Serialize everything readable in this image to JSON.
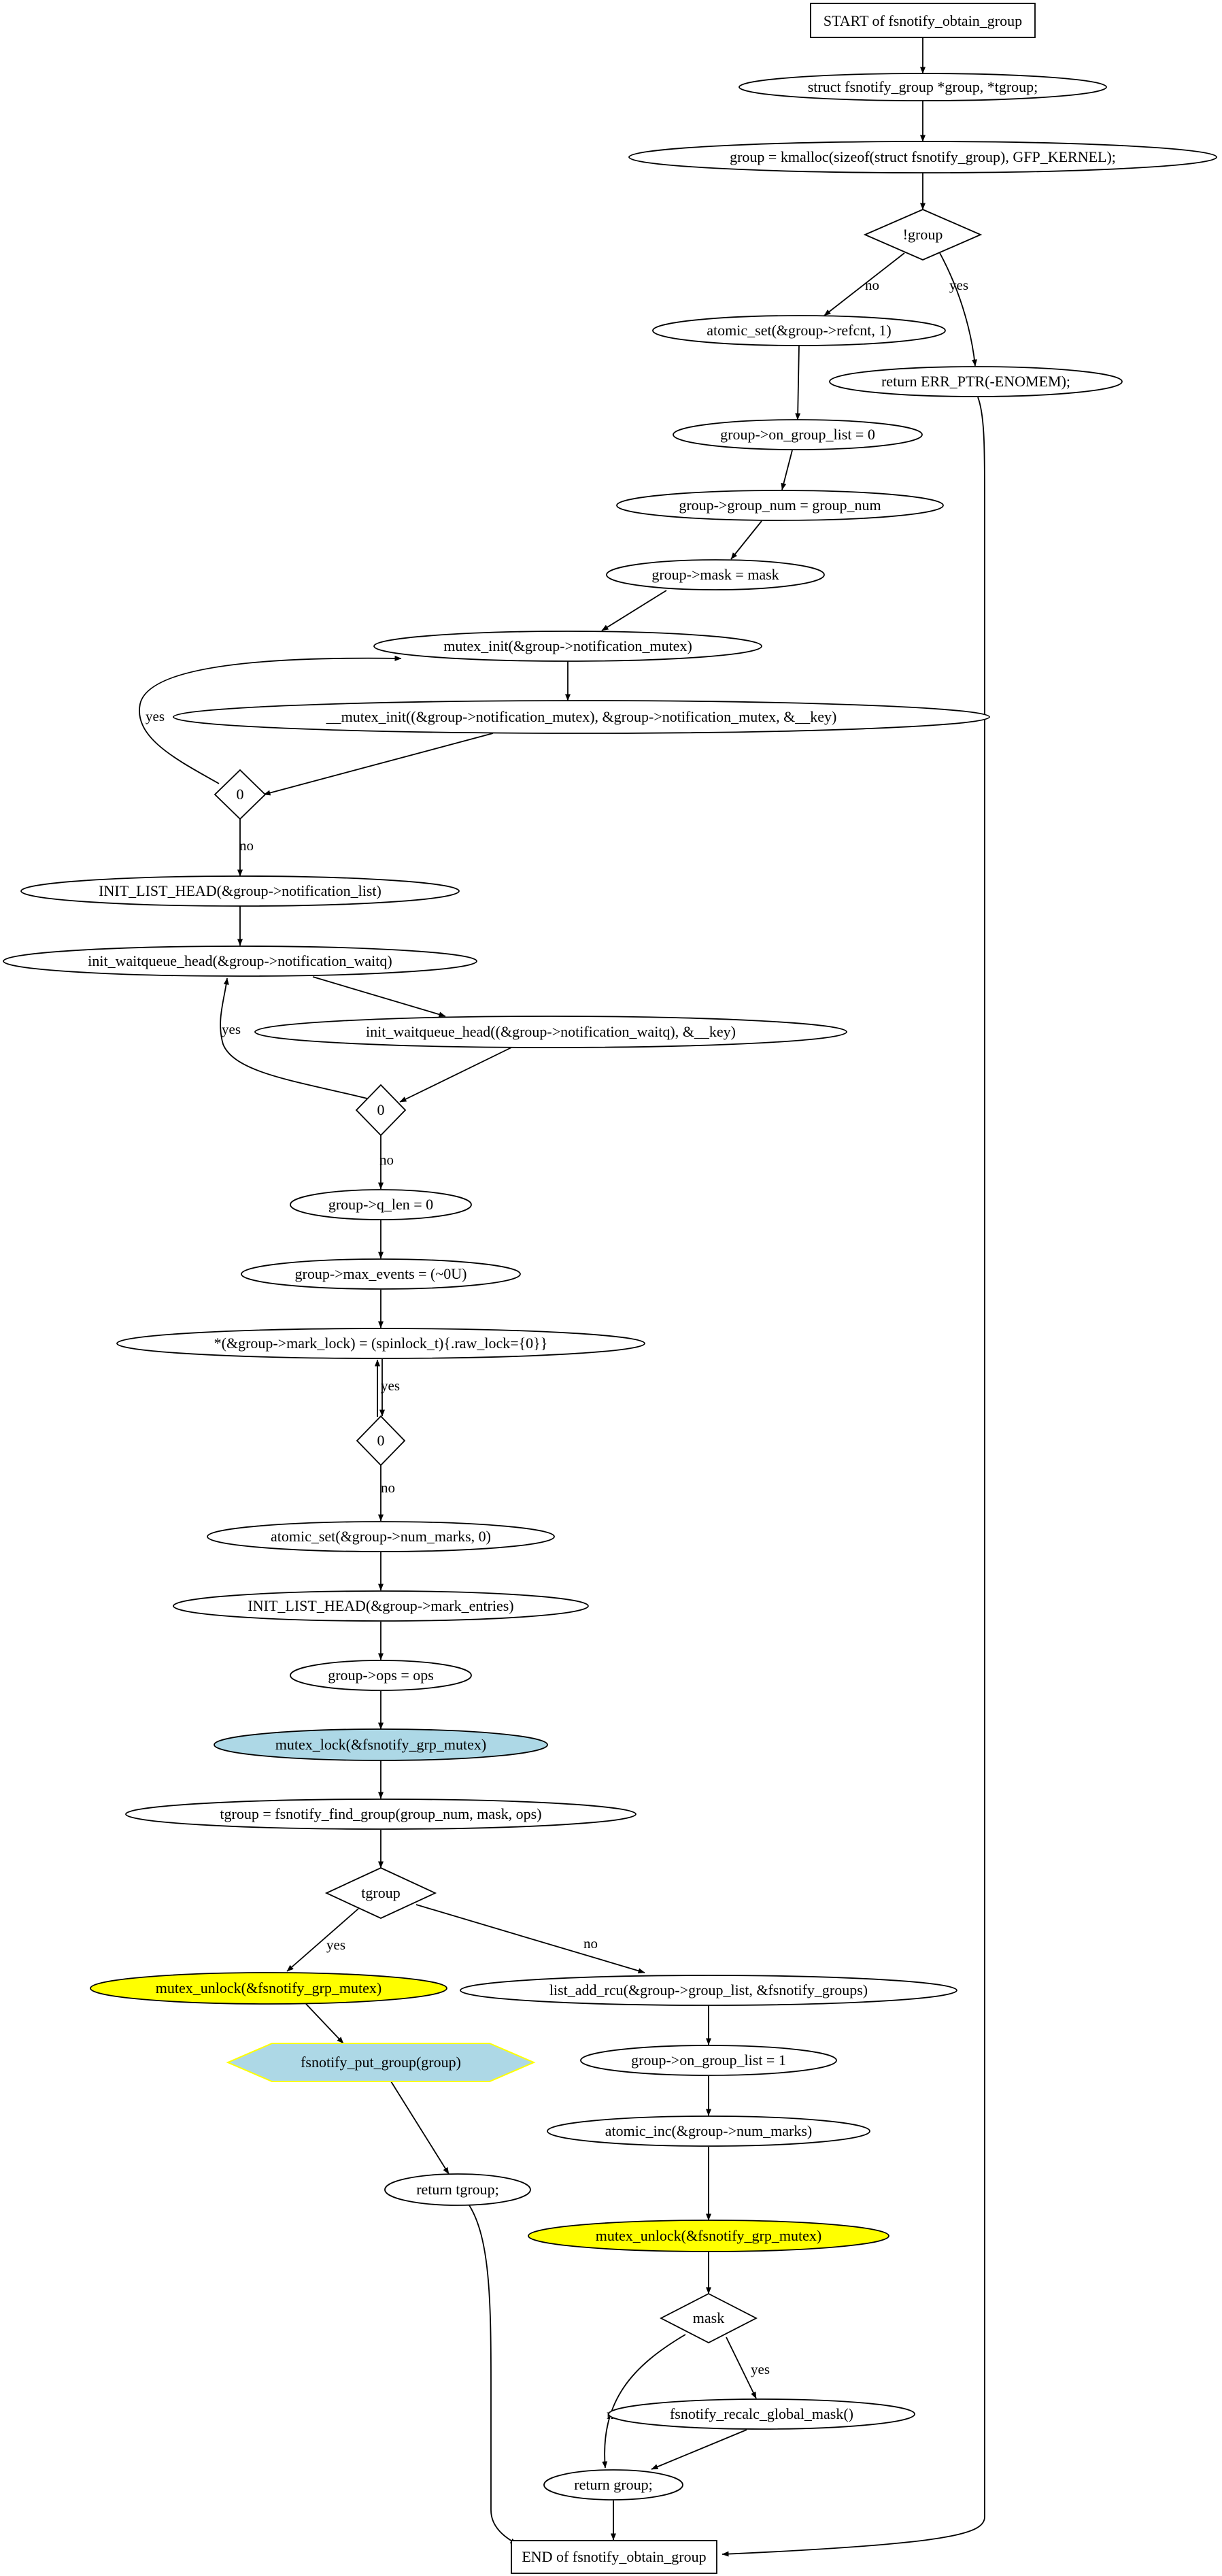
{
  "colors": {
    "default_fill": "#ffffff",
    "mutex_lock_fill": "#add8e6",
    "mutex_unlock_fill": "#ffff00",
    "put_group_fill": "#add8e6",
    "put_group_stroke": "#ffff00",
    "stroke": "#000000"
  },
  "nodes": {
    "start": "START of fsnotify_obtain_group",
    "decl": "struct fsnotify_group *group, *tgroup;",
    "kmalloc": "group = kmalloc(sizeof(struct fsnotify_group), GFP_KERNEL);",
    "cond_group": "!group",
    "atomic_set_refcnt": "atomic_set(&group->refcnt, 1)",
    "return_enomem": "return ERR_PTR(-ENOMEM);",
    "on_group_list_0": "group->on_group_list = 0",
    "group_num": "group->group_num = group_num",
    "mask": "group->mask = mask",
    "mutex_init": "mutex_init(&group->notification_mutex)",
    "mutex_init_inner": "__mutex_init((&group->notification_mutex), &group->notification_mutex, &__key)",
    "cond_0_a": "0",
    "init_list_head_notification": "INIT_LIST_HEAD(&group->notification_list)",
    "init_waitqueue_head": "init_waitqueue_head(&group->notification_waitq)",
    "init_waitqueue_head_inner": "init_waitqueue_head((&group->notification_waitq), &__key)",
    "cond_0_b": "0",
    "q_len": "group->q_len = 0",
    "max_events": "group->max_events = (~0U)",
    "mark_lock": "*(&group->mark_lock) = (spinlock_t){.raw_lock={0}}",
    "cond_0_c": "0",
    "atomic_set_num_marks": "atomic_set(&group->num_marks, 0)",
    "init_list_head_mark_entries": "INIT_LIST_HEAD(&group->mark_entries)",
    "ops": "group->ops = ops",
    "mutex_lock": "mutex_lock(&fsnotify_grp_mutex)",
    "find_group": "tgroup = fsnotify_find_group(group_num, mask, ops)",
    "cond_tgroup": "tgroup",
    "mutex_unlock_yes": "mutex_unlock(&fsnotify_grp_mutex)",
    "list_add_rcu": "list_add_rcu(&group->group_list, &fsnotify_groups)",
    "put_group": "fsnotify_put_group(group)",
    "on_group_list_1": "group->on_group_list = 1",
    "return_tgroup": "return tgroup;",
    "atomic_inc": "atomic_inc(&group->num_marks)",
    "mutex_unlock_no": "mutex_unlock(&fsnotify_grp_mutex)",
    "cond_mask": "mask",
    "recalc_mask": "fsnotify_recalc_global_mask()",
    "return_group": "return group;",
    "end": "END of fsnotify_obtain_group"
  },
  "edge_labels": {
    "no": "no",
    "yes": "yes"
  }
}
